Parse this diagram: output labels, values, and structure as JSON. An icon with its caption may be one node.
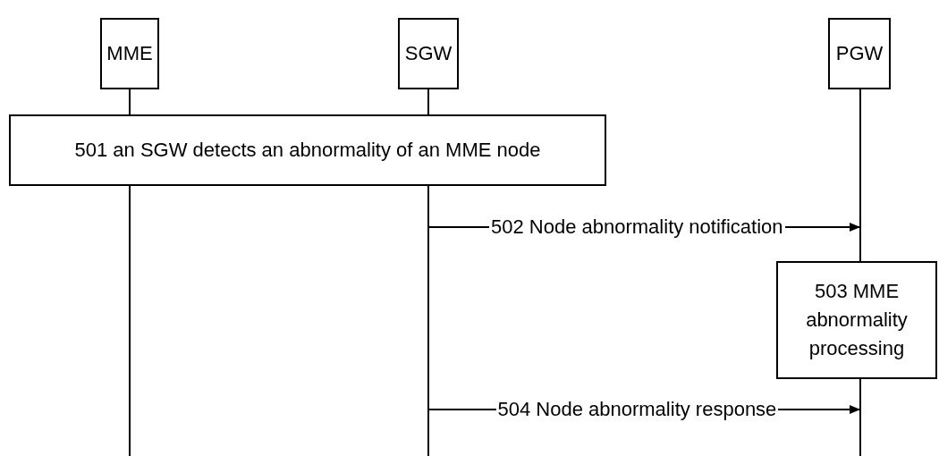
{
  "diagram": {
    "nodes": [
      {
        "text": [
          "MME"
        ]
      },
      {
        "text": [
          "SGW"
        ]
      },
      {
        "text": [
          "PGW"
        ]
      },
      {
        "text": [
          "501 an SGW detects an abnormality of an MME node"
        ]
      },
      {
        "text": [
          "503 MME abnormality processing"
        ]
      }
    ],
    "edges": [
      {
        "from": 1,
        "to": 2,
        "arrow": "to",
        "label": "502 Node abnormality notification"
      },
      {
        "from": 1,
        "to": 2,
        "arrow": "to",
        "label": "504 Node abnormality response"
      }
    ]
  }
}
